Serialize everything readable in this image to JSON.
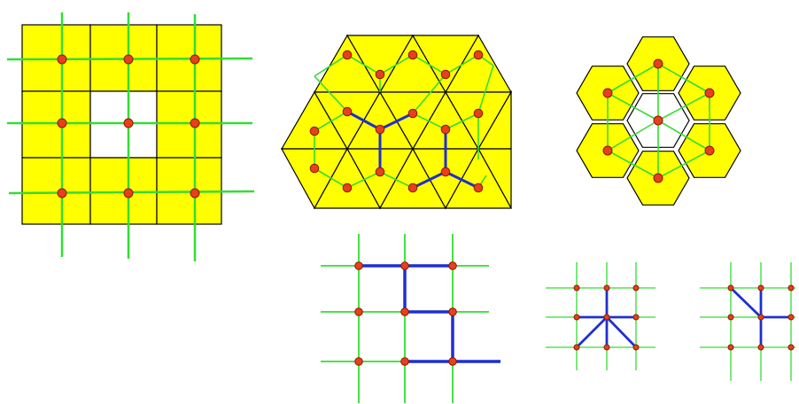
{
  "colors": {
    "cell_fill": "#ffff00",
    "cell_stroke": "#000000",
    "grid_line": "#33dd33",
    "node_fill": "#e8401a",
    "node_stroke": "#8a1a00",
    "path": "#1f2fd0",
    "background": "#ffffff"
  },
  "figures": [
    {
      "id": "square-lattice-with-vacancy",
      "cell_shape": "square",
      "rows": 3,
      "cols": 3,
      "vacant_cells": [
        "row2-col2"
      ]
    },
    {
      "id": "triangular-lattice-with-vacancies",
      "cell_shape": "triangle",
      "vacant_cells": 2,
      "blue_tree_nodes": 2
    },
    {
      "id": "hexagonal-ring-with-vacant-center",
      "cell_shape": "hexagon",
      "cells": 6,
      "vacant_cells": [
        "center"
      ]
    },
    {
      "id": "square-grid-path",
      "rows": 3,
      "cols": 3,
      "path_segments": 6
    },
    {
      "id": "square-grid-star-five-arms",
      "rows": 3,
      "cols": 3,
      "arms": 5
    },
    {
      "id": "square-grid-star-four-arms",
      "rows": 3,
      "cols": 3,
      "arms": 4
    }
  ]
}
